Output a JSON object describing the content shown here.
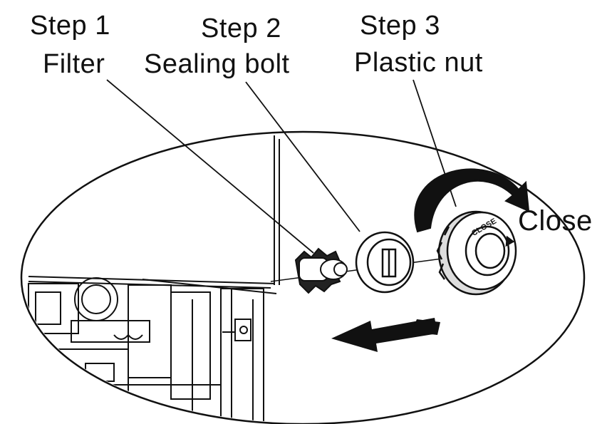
{
  "steps": [
    {
      "title": "Step 1",
      "name": "Filter"
    },
    {
      "title": "Step 2",
      "name": "Sealing bolt"
    },
    {
      "title": "Step 3",
      "name": "Plastic nut"
    }
  ],
  "direction_label": "Close",
  "knob_text": "CLOSE",
  "colors": {
    "ink": "#111111",
    "background": "#ffffff"
  }
}
